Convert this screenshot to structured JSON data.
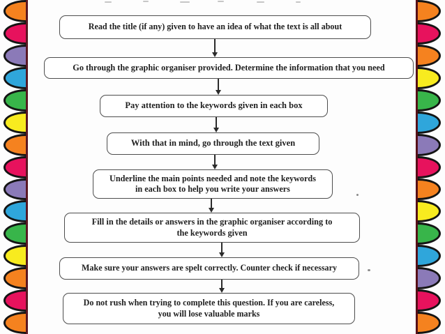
{
  "flowchart": {
    "steps": [
      "Read the title (if any) given to have an idea of what the text is all about",
      "Go through the graphic organiser provided. Determine the information that you need",
      "Pay attention to the keywords given in each box",
      "With that in mind, go through the text given",
      "Underline the main points needed and note the keywords\nin each box to help you write your answers",
      "Fill in the details or answers in the graphic organiser according to\nthe keywords given",
      "Make sure your answers are spelt correctly. Counter check if necessary",
      "Do not rush when trying to complete this question. If you are careless,\nyou will lose valuable marks"
    ]
  },
  "arrow_color": "#2b2b2b",
  "decorative_border": {
    "palette": {
      "orange": "#F5821F",
      "pink": "#E7125D",
      "purple": "#8B7AB8",
      "blue": "#2FA6DB",
      "green": "#38B54A",
      "yellow": "#F8EB1F"
    },
    "outline_color": "#141414",
    "left_rail_color": "#5A1722",
    "right_rail_color": "#571018",
    "left_sequence": [
      "orange",
      "pink",
      "purple",
      "blue",
      "green",
      "yellow",
      "orange",
      "pink",
      "purple",
      "blue",
      "green",
      "yellow",
      "orange",
      "pink",
      "orange"
    ],
    "right_sequence": [
      "orange",
      "pink",
      "orange",
      "yellow",
      "green",
      "blue",
      "purple",
      "pink",
      "orange",
      "yellow",
      "green",
      "blue",
      "purple",
      "pink",
      "orange"
    ]
  }
}
